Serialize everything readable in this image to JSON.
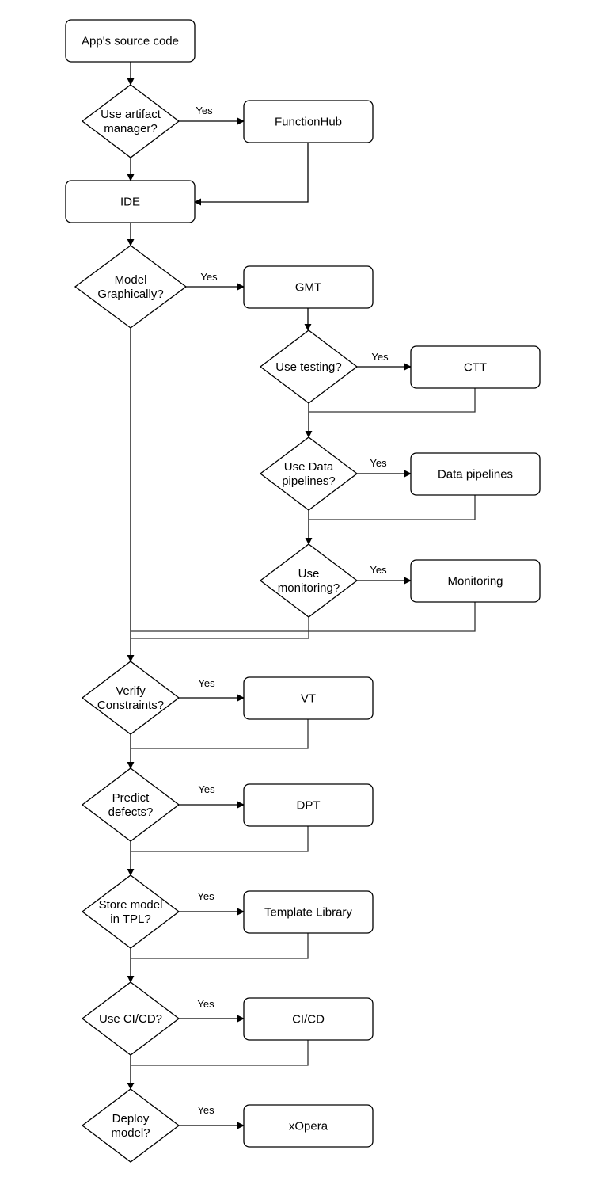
{
  "colors": {
    "stroke": "#000000",
    "connector": "#333333",
    "fill": "#ffffff",
    "background": "#ffffff"
  },
  "yes_label": "Yes",
  "nodes": {
    "source": {
      "type": "process",
      "lines": [
        "App's source code"
      ]
    },
    "q_artifact": {
      "type": "decision",
      "lines": [
        "Use artifact",
        "manager?"
      ]
    },
    "functionhub": {
      "type": "process",
      "lines": [
        "FunctionHub"
      ]
    },
    "ide": {
      "type": "process",
      "lines": [
        "IDE"
      ]
    },
    "q_model": {
      "type": "decision",
      "lines": [
        "Model",
        "Graphically?"
      ]
    },
    "gmt": {
      "type": "process",
      "lines": [
        "GMT"
      ]
    },
    "q_testing": {
      "type": "decision",
      "lines": [
        "Use testing?"
      ]
    },
    "ctt": {
      "type": "process",
      "lines": [
        "CTT"
      ]
    },
    "q_data": {
      "type": "decision",
      "lines": [
        "Use Data",
        "pipelines?"
      ]
    },
    "data_pipelines": {
      "type": "process",
      "lines": [
        "Data pipelines"
      ]
    },
    "q_monitoring": {
      "type": "decision",
      "lines": [
        "Use",
        "monitoring?"
      ]
    },
    "monitoring": {
      "type": "process",
      "lines": [
        "Monitoring"
      ]
    },
    "q_verify": {
      "type": "decision",
      "lines": [
        "Verify",
        "Constraints?"
      ]
    },
    "vt": {
      "type": "process",
      "lines": [
        "VT"
      ]
    },
    "q_predict": {
      "type": "decision",
      "lines": [
        "Predict",
        "defects?"
      ]
    },
    "dpt": {
      "type": "process",
      "lines": [
        "DPT"
      ]
    },
    "q_store": {
      "type": "decision",
      "lines": [
        "Store model",
        "in TPL?"
      ]
    },
    "template_library": {
      "type": "process",
      "lines": [
        "Template Library"
      ]
    },
    "q_cicd": {
      "type": "decision",
      "lines": [
        "Use CI/CD?"
      ]
    },
    "cicd": {
      "type": "process",
      "lines": [
        "CI/CD"
      ]
    },
    "q_deploy": {
      "type": "decision",
      "lines": [
        "Deploy",
        "model?"
      ]
    },
    "xopera": {
      "type": "process",
      "lines": [
        "xOpera"
      ]
    }
  },
  "edges": [
    {
      "from": "source",
      "to": "q_artifact"
    },
    {
      "from": "q_artifact",
      "to": "functionhub",
      "label": "Yes"
    },
    {
      "from": "q_artifact",
      "to": "ide"
    },
    {
      "from": "functionhub",
      "to": "ide"
    },
    {
      "from": "ide",
      "to": "q_model"
    },
    {
      "from": "q_model",
      "to": "gmt",
      "label": "Yes"
    },
    {
      "from": "q_model",
      "to": "q_verify"
    },
    {
      "from": "gmt",
      "to": "q_testing"
    },
    {
      "from": "q_testing",
      "to": "ctt",
      "label": "Yes"
    },
    {
      "from": "q_testing",
      "to": "q_data"
    },
    {
      "from": "ctt",
      "to": "q_data"
    },
    {
      "from": "q_data",
      "to": "data_pipelines",
      "label": "Yes"
    },
    {
      "from": "q_data",
      "to": "q_monitoring"
    },
    {
      "from": "data_pipelines",
      "to": "q_monitoring"
    },
    {
      "from": "q_monitoring",
      "to": "monitoring",
      "label": "Yes"
    },
    {
      "from": "q_monitoring",
      "to": "q_verify"
    },
    {
      "from": "monitoring",
      "to": "q_verify"
    },
    {
      "from": "q_verify",
      "to": "vt",
      "label": "Yes"
    },
    {
      "from": "q_verify",
      "to": "q_predict"
    },
    {
      "from": "vt",
      "to": "q_predict"
    },
    {
      "from": "q_predict",
      "to": "dpt",
      "label": "Yes"
    },
    {
      "from": "q_predict",
      "to": "q_store"
    },
    {
      "from": "dpt",
      "to": "q_store"
    },
    {
      "from": "q_store",
      "to": "template_library",
      "label": "Yes"
    },
    {
      "from": "q_store",
      "to": "q_cicd"
    },
    {
      "from": "template_library",
      "to": "q_cicd"
    },
    {
      "from": "q_cicd",
      "to": "cicd",
      "label": "Yes"
    },
    {
      "from": "q_cicd",
      "to": "q_deploy"
    },
    {
      "from": "cicd",
      "to": "q_deploy"
    },
    {
      "from": "q_deploy",
      "to": "xopera",
      "label": "Yes"
    }
  ]
}
